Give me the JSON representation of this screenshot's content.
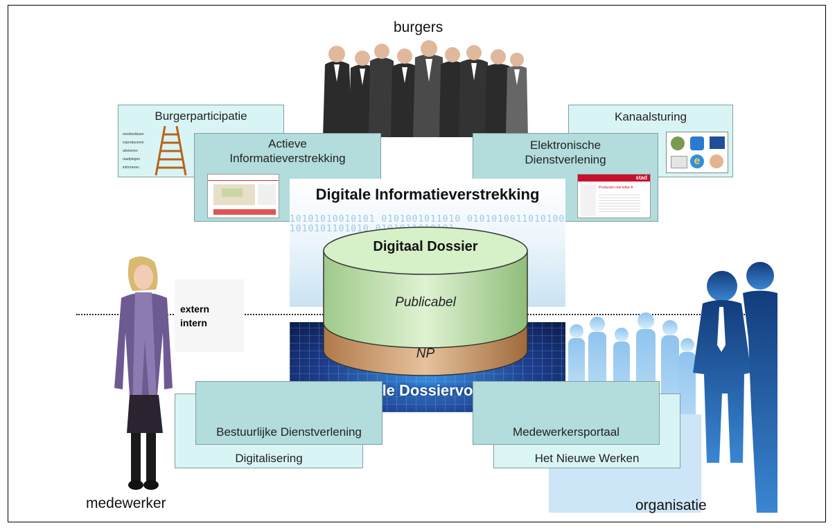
{
  "labels": {
    "burgers": "burgers",
    "medewerker": "medewerker",
    "organisatie": "organisatie",
    "extern": "extern",
    "intern": "intern"
  },
  "boxes": {
    "burgerparticipatie": "Burgerparticipatie",
    "actieve_line1": "Actieve",
    "actieve_line2": "Informatieverstrekking",
    "kanaalsturing": "Kanaalsturing",
    "elektronische_line1": "Elektronische",
    "elektronische_line2": "Dienstverlening",
    "bestuurlijke": "Bestuurlijke Dienstverlening",
    "digitalisering": "Digitalisering",
    "medewerkersportaal": "Medewerkersportaal",
    "het_nieuwe_werken": "Het Nieuwe Werken"
  },
  "center": {
    "informatieverstrekking": "Digitale Informatieverstrekking",
    "dossiervorming": "Digitale Dossiervorming",
    "cylinder_top": "Digitaal Dossier",
    "cylinder_public": "Publicabel",
    "cylinder_np": "NP"
  },
  "ladder_labels": [
    "meebeslissen",
    "coproduceren",
    "adviseren",
    "raadplegen",
    "informeren"
  ],
  "thumb_brand": "stad",
  "thumb_text": "Producten met letter A",
  "binary_text": "10101010010101 0101001011010 0101010011010100 1010101101010 0101011010101",
  "colors": {
    "box_light": "#d9f4f4",
    "box_dark": "#b3dcdc",
    "cylinder_green": "#c6e7b5",
    "cylinder_brown": "#d2a67a",
    "circuit_blue": "#1d3c8a",
    "silhouette_blue": "#2b6cb8"
  }
}
